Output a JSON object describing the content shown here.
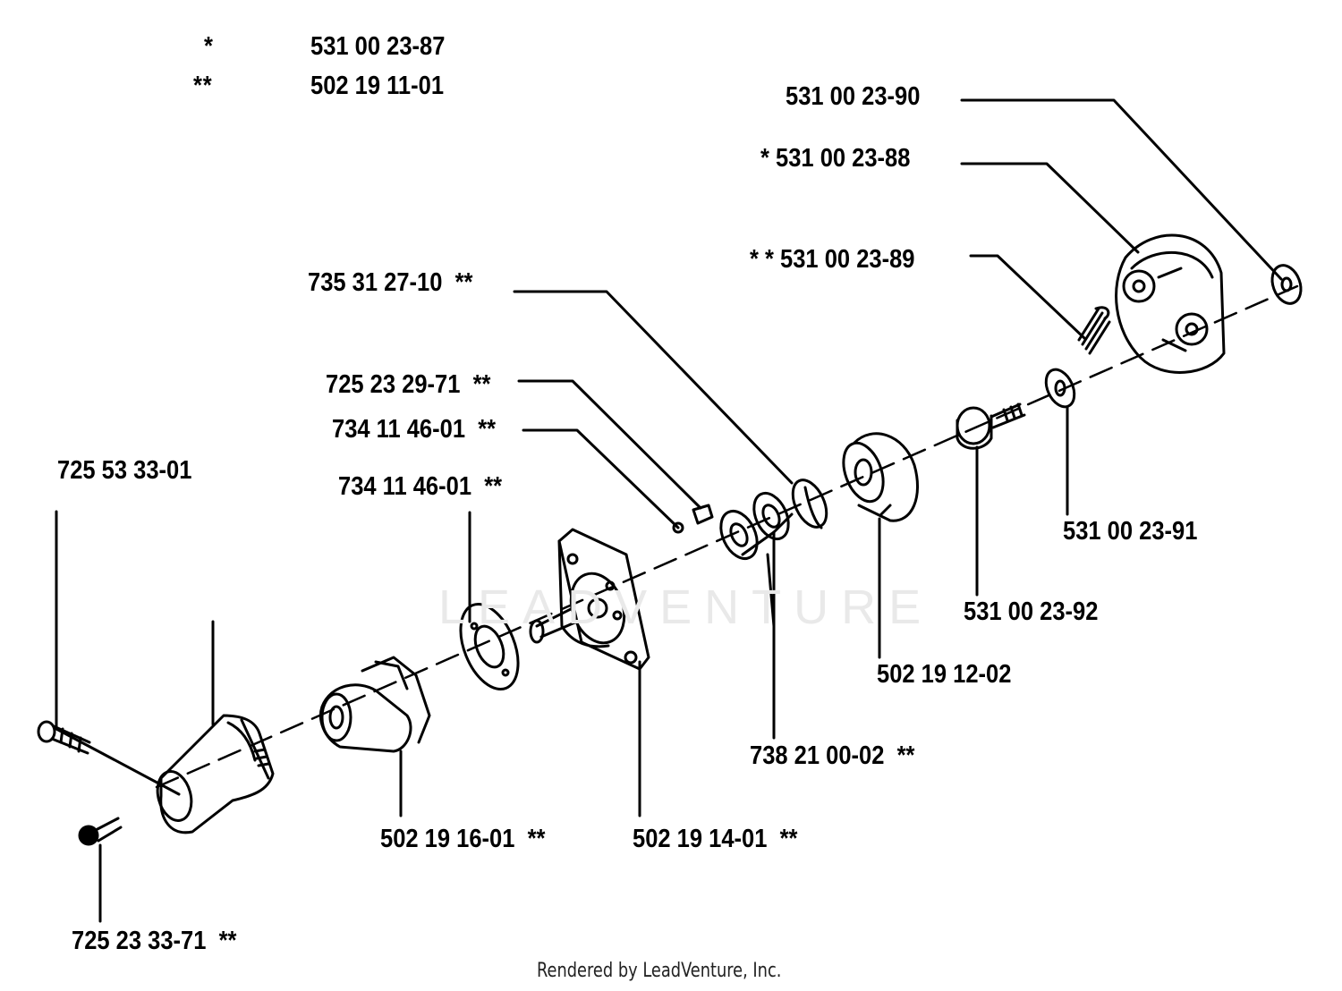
{
  "legend": {
    "rows": [
      {
        "mark": "*",
        "part": "531 00 23-87"
      },
      {
        "mark": "**",
        "part": "502 19 11-01"
      }
    ]
  },
  "callouts": {
    "p531002390": "531 00 23-90",
    "p531002388": "* 531 00 23-88",
    "p531002389": "* * 531 00 23-89",
    "p735312710": "735 31 27-10  **",
    "p725232971": "725 23 29-71  **",
    "p734114601a": "734 11 46-01  **",
    "p734114601b": "734 11 46-01  **",
    "p725533301": "725 53 33-01",
    "p531002391": "531 00 23-91",
    "p531002392": "531 00 23-92",
    "p502191202": "502 19 12-02",
    "p738210002": "738 21 00-02  **",
    "p502191601": "502 19 16-01  **",
    "p502191401": "502 19 14-01  **",
    "p725233371": "725 23 33-71  **"
  },
  "watermark": "LEADVENTURE",
  "footer": "Rendered by LeadVenture, Inc."
}
